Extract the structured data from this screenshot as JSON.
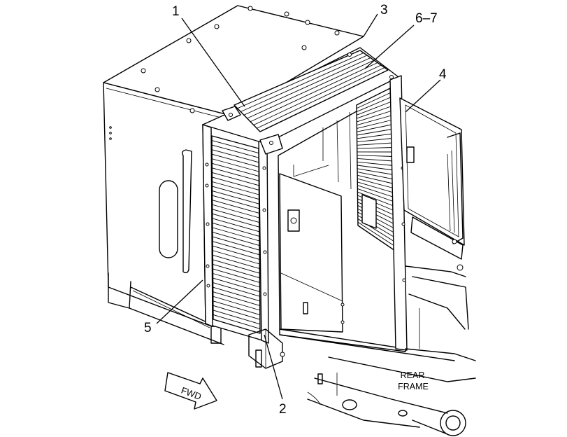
{
  "callouts": {
    "c1": "1",
    "c2": "2",
    "c3": "3",
    "c4": "4",
    "c5": "5",
    "c67": "6–7"
  },
  "labels": {
    "rear_frame_line1": "REAR",
    "rear_frame_line2": "FRAME",
    "fwd_arrow": "FWD"
  }
}
